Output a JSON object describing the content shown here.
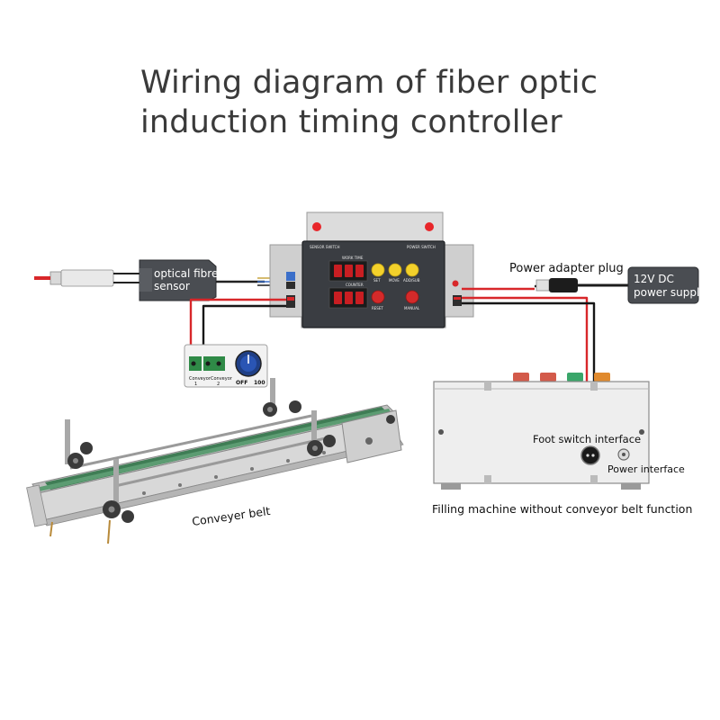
{
  "title": {
    "line1": "Wiring diagram of fiber optic",
    "line2": "induction timing controller"
  },
  "labels": {
    "optical_fibre_line1": "optical fibre",
    "optical_fibre_line2": "sensor",
    "power_adapter_plug": "Power adapter plug",
    "power_supply_line1": "12V DC",
    "power_supply_line2": "power supply",
    "foot_switch_interface": "Foot switch interface",
    "power_interface": "Power interface",
    "filling_machine": "Filling machine without conveyor belt function",
    "conveyer_belt": "Conveyer belt"
  },
  "controller": {
    "work_time": "WORK TIME",
    "counter": "COUNTER",
    "power_switch": "POWER SWITCH",
    "sensor_switch": "SENSOR SWITCH",
    "btn_set": "SET",
    "btn_move": "MOVE",
    "btn_add_sub": "ADD/SUB",
    "btn_reset": "RESET",
    "btn_manual": "MANUAL"
  },
  "speed_box": {
    "conveyor1": "Conveyor",
    "conveyor1_num": "1",
    "conveyor2": "Conveyor",
    "conveyor2_num": "2",
    "off": "OFF",
    "max": "100"
  },
  "colors": {
    "wire_red": "#d8272a",
    "wire_black": "#161616",
    "controller_body": "#3a3d42",
    "display_red": "#c81e22",
    "button_yellow": "#f3d12b",
    "button_red": "#d42a2a",
    "belt_green": "#3f7d55",
    "title_text": "#3a3a3a"
  }
}
